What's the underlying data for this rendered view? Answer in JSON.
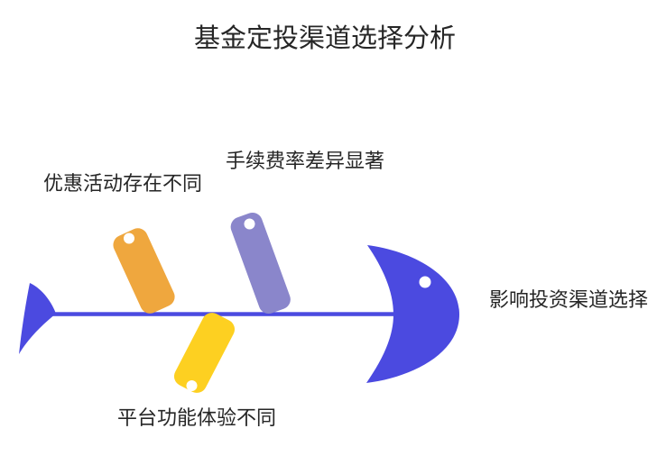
{
  "title": "基金定投渠道选择分析",
  "diagram": {
    "type": "fishbone",
    "effect_label": "影响投资渠道选择",
    "causes": [
      {
        "label": "优惠活动存在不同",
        "color": "#EFA73E",
        "position": "top-left"
      },
      {
        "label": "手续费率差异显著",
        "color": "#8A86CB",
        "position": "top-right"
      },
      {
        "label": "平台功能体验不同",
        "color": "#FDD021",
        "position": "bottom"
      }
    ],
    "colors": {
      "spine": "#4B4AE0",
      "head": "#4B4AE0",
      "tail": "#4B4AE0",
      "dot": "#FFFFFF",
      "text": "#262626",
      "background": "#FFFFFF"
    }
  }
}
